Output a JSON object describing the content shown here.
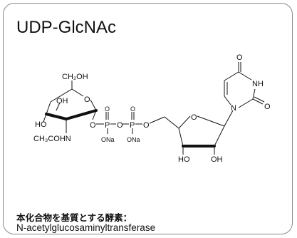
{
  "title": "UDP-GlcNAc",
  "caption_ja": "本化合物を基質とする酵素：",
  "caption_en": "N-acetylglucosaminyltransferase",
  "atoms": {
    "ch2oh": "CH₂OH",
    "oh_ring": "OH",
    "ho_left": "HO",
    "o_sugar": "O",
    "o_link1": "O",
    "p1": "P",
    "o_link2": "O",
    "p2": "P",
    "o_link3": "O",
    "p1_oxo": "O",
    "p2_oxo": "O",
    "ona1": "ONa",
    "ona2": "ONa",
    "nac": "CH₃COHN",
    "o_ribose": "O",
    "ho_ribose": "HO",
    "oh_ribose": "OH",
    "o_uracil_top": "O",
    "nh": "NH",
    "o_uracil_right": "O",
    "n_uracil": "N"
  }
}
